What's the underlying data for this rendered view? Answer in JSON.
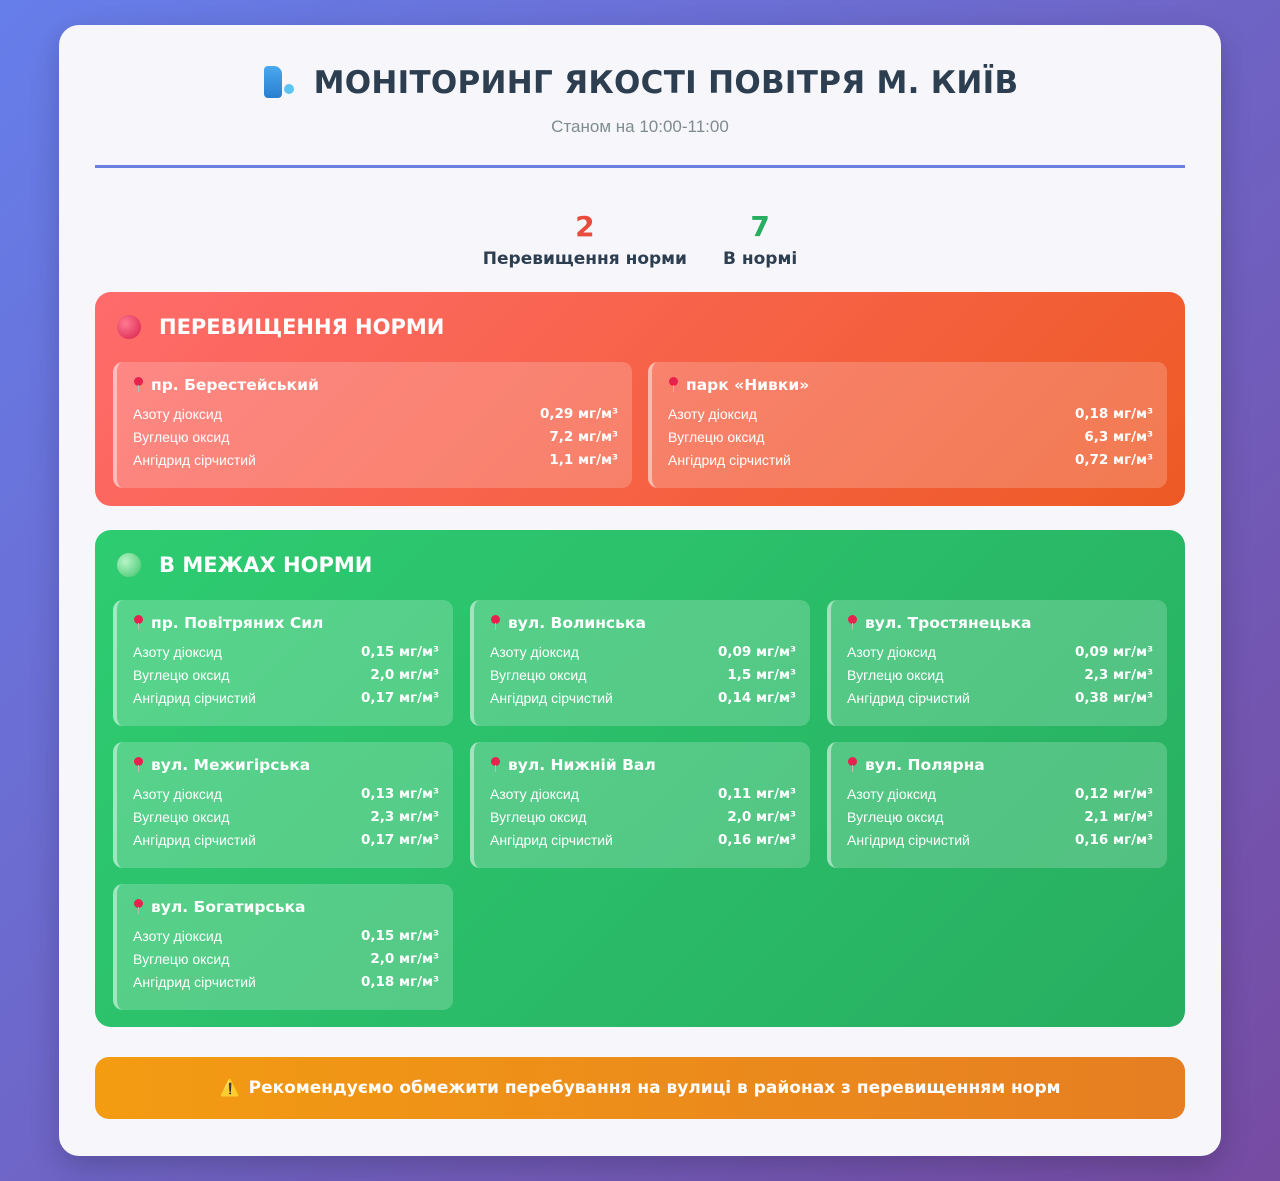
{
  "header": {
    "title": "МОНІТОРИНГ ЯКОСТІ ПОВІТРЯ М. КИЇВ",
    "subtitle": "Станом на 10:00-11:00",
    "icon": "face-exhaling-icon"
  },
  "stats": [
    {
      "value": "2",
      "label": "Перевищення норми",
      "color": "#e74c3c"
    },
    {
      "value": "7",
      "label": "В нормі",
      "color": "#27ae60"
    }
  ],
  "unit": "мг/м³",
  "exceeded": {
    "title": "ПЕРЕВИЩЕННЯ НОРМИ",
    "stations": [
      {
        "name": "пр. Берестейський",
        "rows": [
          {
            "k": "Азоту діоксид",
            "v": "0,29 мг/м³"
          },
          {
            "k": "Вуглецю оксид",
            "v": "7,2 мг/м³"
          },
          {
            "k": "Ангідрид сірчистий",
            "v": "1,1 мг/м³"
          }
        ]
      },
      {
        "name": "парк «Нивки»",
        "rows": [
          {
            "k": "Азоту діоксид",
            "v": "0,18 мг/м³"
          },
          {
            "k": "Вуглецю оксид",
            "v": "6,3 мг/м³"
          },
          {
            "k": "Ангідрид сірчистий",
            "v": "0,72 мг/м³"
          }
        ]
      }
    ]
  },
  "normal": {
    "title": "В МЕЖАХ НОРМИ",
    "stations": [
      {
        "name": "пр. Повітряних Сил",
        "rows": [
          {
            "k": "Азоту діоксид",
            "v": "0,15 мг/м³"
          },
          {
            "k": "Вуглецю оксид",
            "v": "2,0 мг/м³"
          },
          {
            "k": "Ангідрид сірчистий",
            "v": "0,17 мг/м³"
          }
        ]
      },
      {
        "name": "вул. Волинська",
        "rows": [
          {
            "k": "Азоту діоксид",
            "v": "0,09 мг/м³"
          },
          {
            "k": "Вуглецю оксид",
            "v": "1,5 мг/м³"
          },
          {
            "k": "Ангідрид сірчистий",
            "v": "0,14 мг/м³"
          }
        ]
      },
      {
        "name": "вул. Тростянецька",
        "rows": [
          {
            "k": "Азоту діоксид",
            "v": "0,09 мг/м³"
          },
          {
            "k": "Вуглецю оксид",
            "v": "2,3 мг/м³"
          },
          {
            "k": "Ангідрид сірчистий",
            "v": "0,38 мг/м³"
          }
        ]
      },
      {
        "name": "вул. Межигірська",
        "rows": [
          {
            "k": "Азоту діоксид",
            "v": "0,13 мг/м³"
          },
          {
            "k": "Вуглецю оксид",
            "v": "2,3 мг/м³"
          },
          {
            "k": "Ангідрид сірчистий",
            "v": "0,17 мг/м³"
          }
        ]
      },
      {
        "name": "вул. Нижній Вал",
        "rows": [
          {
            "k": "Азоту діоксид",
            "v": "0,11 мг/м³"
          },
          {
            "k": "Вуглецю оксид",
            "v": "2,0 мг/м³"
          },
          {
            "k": "Ангідрид сірчистий",
            "v": "0,16 мг/м³"
          }
        ]
      },
      {
        "name": "вул. Полярна",
        "rows": [
          {
            "k": "Азоту діоксид",
            "v": "0,12 мг/м³"
          },
          {
            "k": "Вуглецю оксид",
            "v": "2,1 мг/м³"
          },
          {
            "k": "Ангідрид сірчистий",
            "v": "0,16 мг/м³"
          }
        ]
      },
      {
        "name": "вул. Богатирська",
        "rows": [
          {
            "k": "Азоту діоксид",
            "v": "0,15 мг/м³"
          },
          {
            "k": "Вуглецю оксид",
            "v": "2,0 мг/м³"
          },
          {
            "k": "Ангідрид сірчистий",
            "v": "0,18 мг/м³"
          }
        ]
      }
    ]
  },
  "warning": {
    "icon": "⚠️",
    "text": "Рекомендуємо обмежити перебування на вулиці в районах з перевищенням норм"
  }
}
